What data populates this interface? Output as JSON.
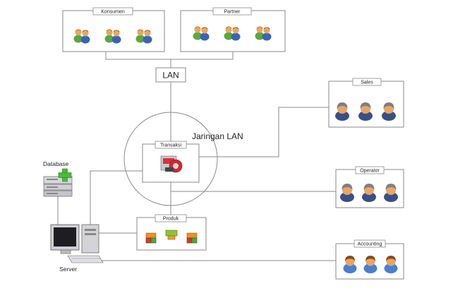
{
  "labels": {
    "konsumen": "Konsumen",
    "partner": "Partner",
    "lan": "LAN",
    "jaringan_lan": "Jaringan LAN",
    "transaksi": "Transaksi",
    "database": "Database",
    "server": "Server",
    "produk": "Produk",
    "sales": "Sales",
    "operator": "Operator",
    "accounting": "Accounting"
  },
  "icons": {
    "people_pair": "user-pair-icon",
    "person_hooded": "hooded-person-icon",
    "person_accounting": "person-icon",
    "database": "database-server-icon",
    "workstation": "desktop-computer-icon",
    "transaksi": "transaction-icon",
    "produk": "product-block-icon"
  },
  "colors": {
    "line": "#888888",
    "box_border": "#8a8a8a",
    "green_shirt": "#5aa83a",
    "blue_shirt": "#3a63b8",
    "skin": "#e8a662",
    "hair_brown": "#8a4a1e",
    "hooded_body": "#3a4f86",
    "hooded_cap": "#7a7f8a",
    "db_plus": "#4cbb3c"
  }
}
